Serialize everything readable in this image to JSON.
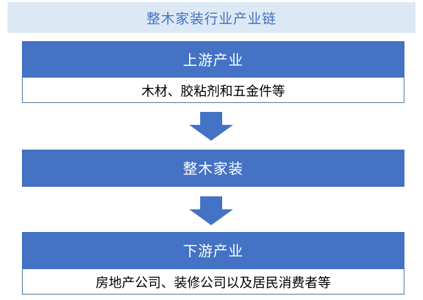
{
  "title": "整木家装行业产业链",
  "colors": {
    "accent_blue": "#4472C4",
    "accent_blue_border": "#3A67B8",
    "box_border": "#41719C",
    "header_bg": "#DCE9F5",
    "header_text": "#4472C4"
  },
  "flow": {
    "upstream": {
      "label": "上游产业",
      "detail": "木材、胶粘剂和五金件等"
    },
    "core": {
      "label": "整木家装"
    },
    "downstream": {
      "label": "下游产业",
      "detail": "房地产公司、装修公司以及居民消费者等"
    }
  }
}
